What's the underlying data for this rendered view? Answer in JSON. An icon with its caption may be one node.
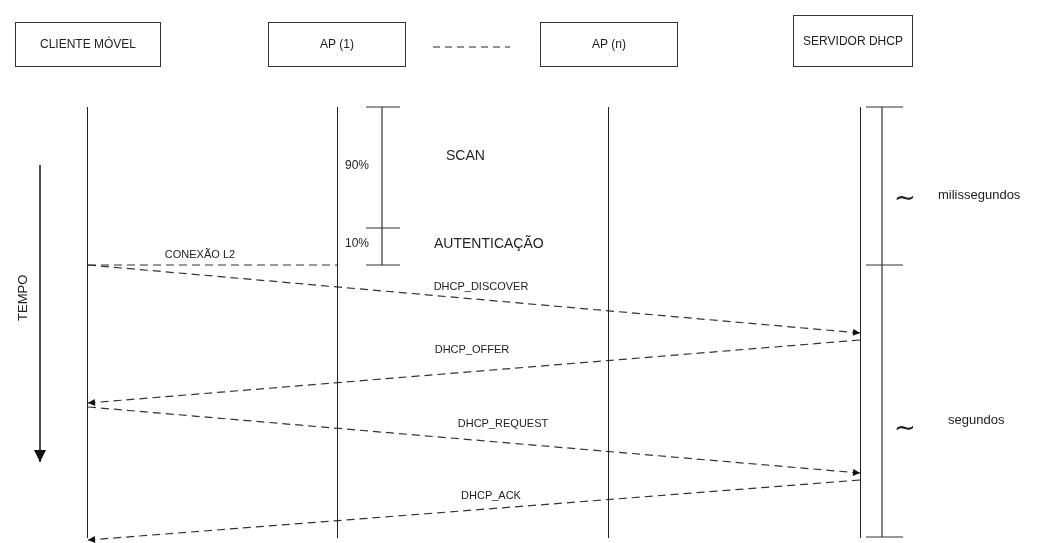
{
  "diagram": {
    "nodes": [
      {
        "text": [
          "CLIENTE MÓVEL"
        ]
      },
      {
        "text": [
          "AP (1)"
        ]
      },
      {
        "text": [
          "AP (n)"
        ]
      },
      {
        "text": [
          "SERVIDOR DHCP"
        ]
      },
      {
        "text": [],
        "shape": "bar"
      },
      {
        "text": [],
        "shape": "bar"
      },
      {
        "text": [],
        "shape": "bar"
      },
      {
        "text": [],
        "shape": "bar"
      }
    ],
    "edges": [
      {
        "from": 4,
        "to": 5,
        "arrow": "none",
        "label": "CONEXÃO L2",
        "style": "dashed"
      },
      {
        "from": 4,
        "to": 7,
        "arrow": "to",
        "label": "DHCP_DISCOVER",
        "style": "dashed"
      },
      {
        "from": 7,
        "to": 4,
        "arrow": "to",
        "label": "DHCP_OFFER",
        "style": "dashed"
      },
      {
        "from": 4,
        "to": 7,
        "arrow": "to",
        "label": "DHCP_REQUEST",
        "style": "dashed"
      },
      {
        "from": 7,
        "to": 4,
        "arrow": "to",
        "label": "DHCP_ACK",
        "style": "dashed"
      }
    ],
    "labels": [
      "90%",
      "SCAN",
      "∼",
      "milissegundos",
      "10%",
      "AUTENTICAÇÃO",
      "TEMPO",
      "∼",
      "segundos"
    ]
  }
}
